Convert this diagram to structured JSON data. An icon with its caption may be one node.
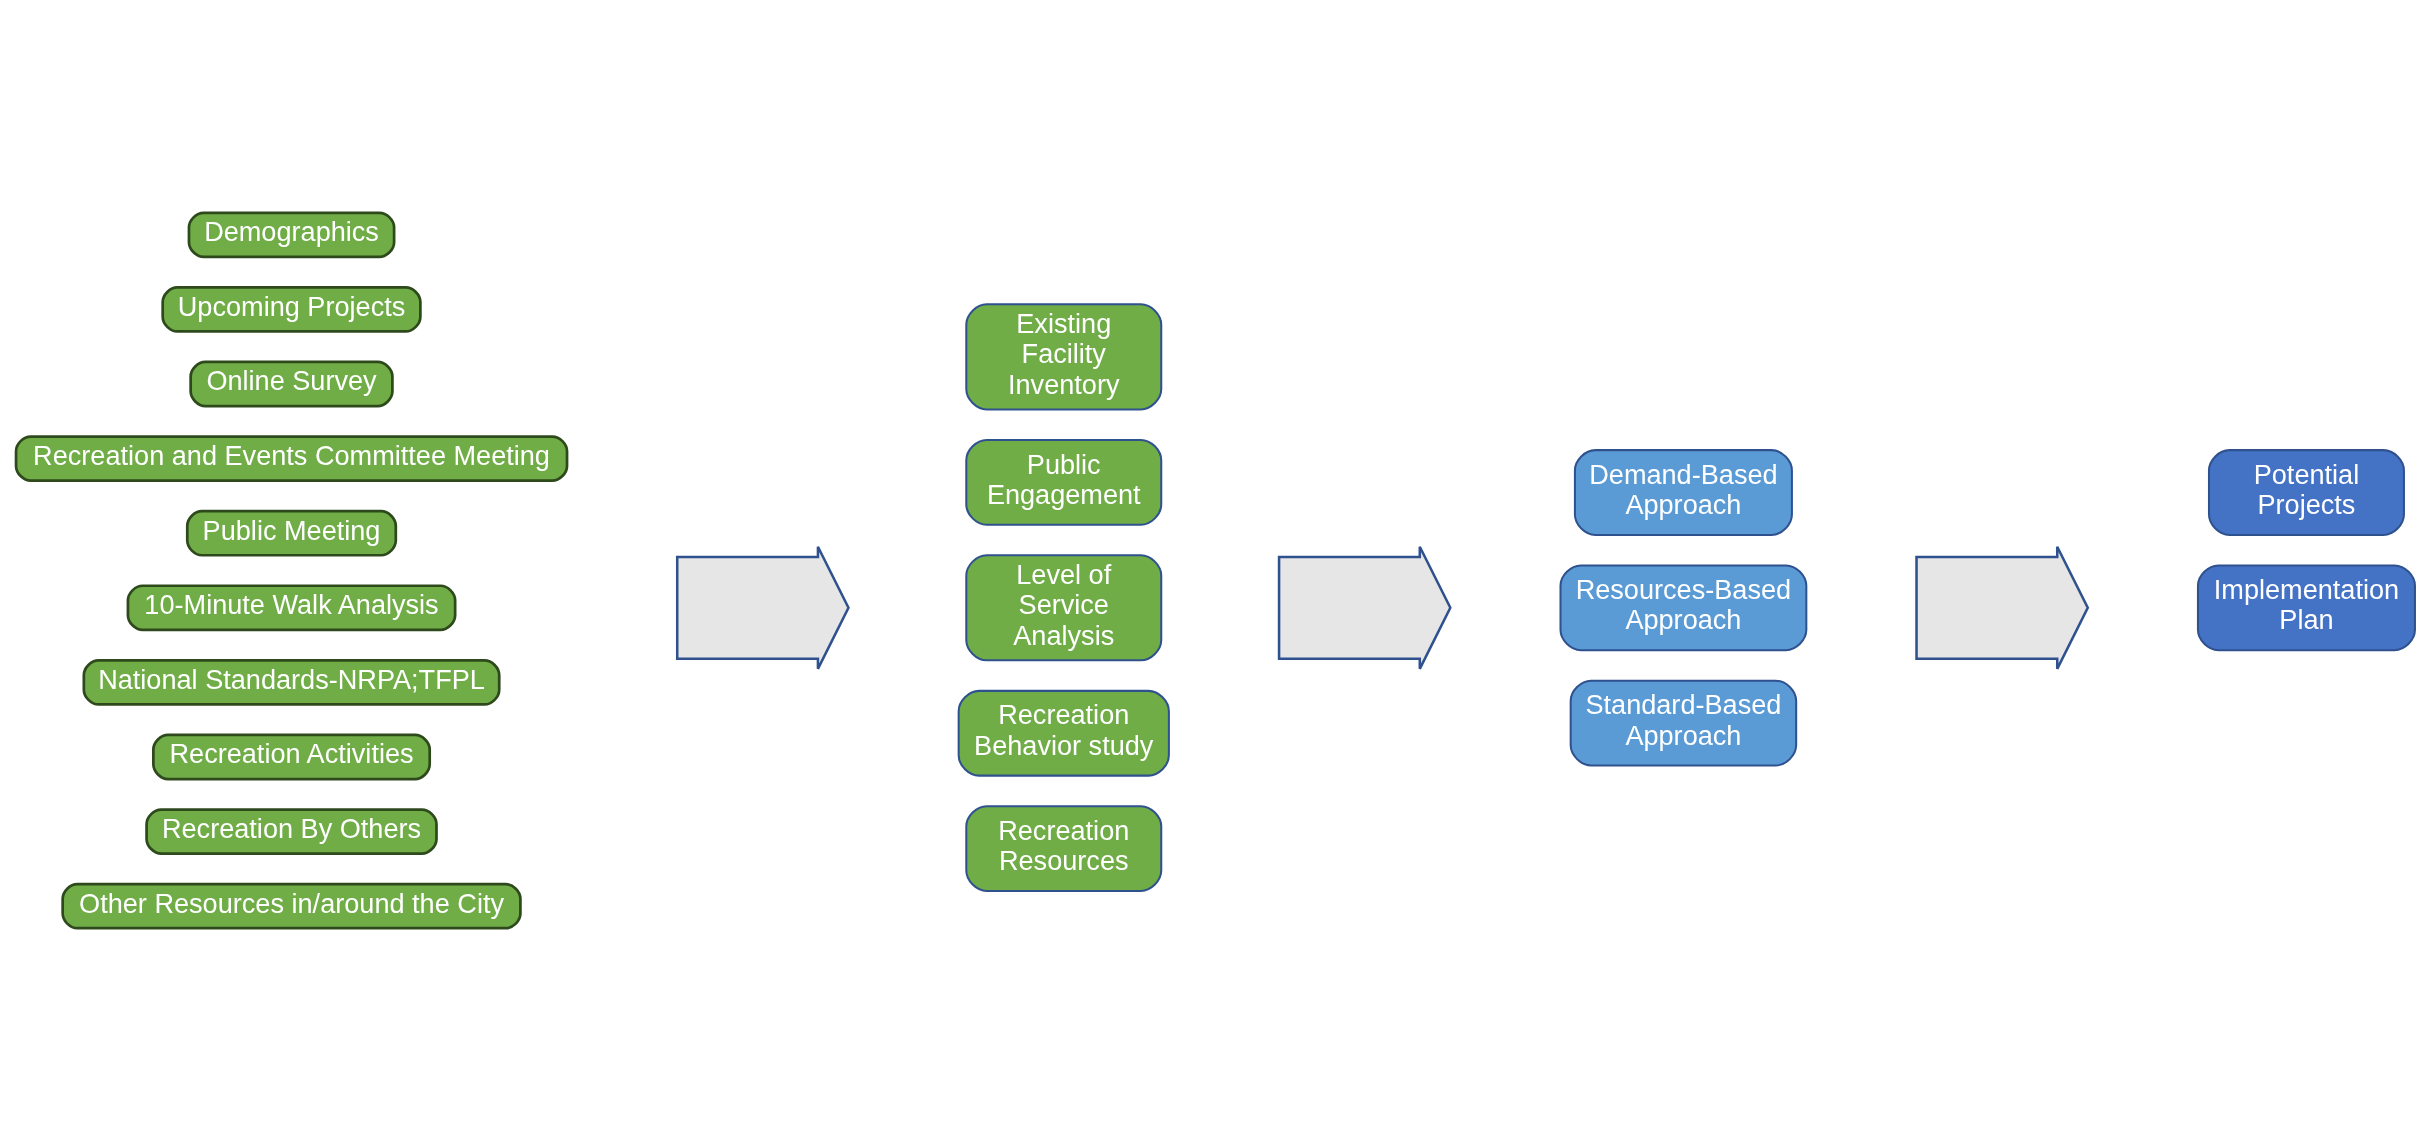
{
  "diagram": {
    "nodes": [
      {
        "text": [
          "Demographics"
        ]
      },
      {
        "text": [
          "Upcoming Projects"
        ]
      },
      {
        "text": [
          "Online Survey"
        ]
      },
      {
        "text": [
          "Recreation and Events Committee Meeting"
        ]
      },
      {
        "text": [
          "Public Meeting"
        ]
      },
      {
        "text": [
          "10-Minute Walk Analysis"
        ]
      },
      {
        "text": [
          "National Standards-NRPA;TFPL"
        ]
      },
      {
        "text": [
          "Recreation Activities"
        ]
      },
      {
        "text": [
          "Recreation By Others"
        ]
      },
      {
        "text": [
          "Other Resources in/around the City"
        ]
      },
      {
        "text": [],
        "shape": "arrow"
      },
      {
        "text": [
          "Existing Facility Inventory"
        ]
      },
      {
        "text": [
          "Public Engagement"
        ]
      },
      {
        "text": [
          "Level of Service Analysis"
        ]
      },
      {
        "text": [
          "Recreation Behavior study"
        ]
      },
      {
        "text": [
          "Recreation Resources"
        ]
      },
      {
        "text": [],
        "shape": "arrow"
      },
      {
        "text": [
          "Demand-Based Approach"
        ]
      },
      {
        "text": [
          "Resources-Based Approach"
        ]
      },
      {
        "text": [
          "Standard-Based Approach"
        ]
      },
      {
        "text": [],
        "shape": "arrow"
      },
      {
        "text": [
          "Potential Projects"
        ]
      },
      {
        "text": [
          "Implementation Plan"
        ]
      }
    ]
  }
}
